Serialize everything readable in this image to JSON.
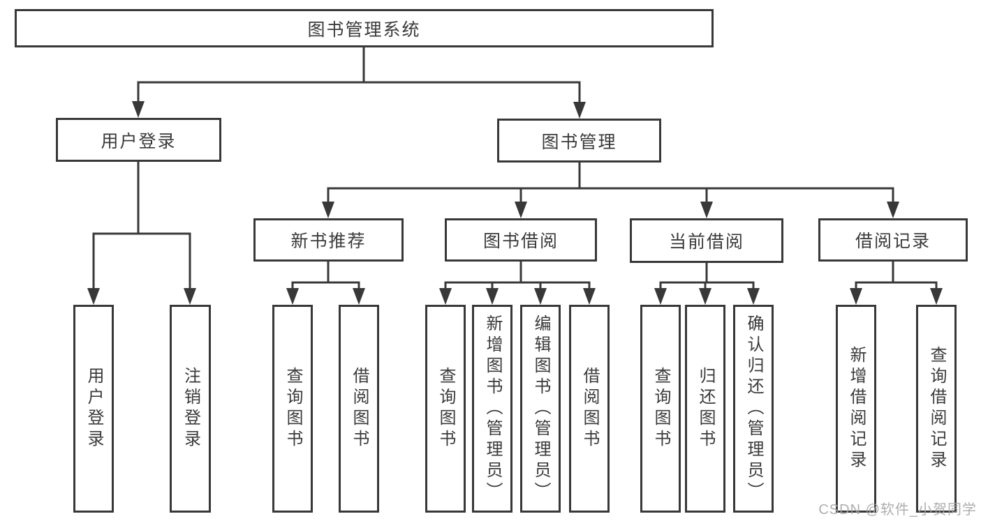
{
  "tree": {
    "label": "图书管理系统",
    "children": [
      {
        "label": "用户登录",
        "children": [
          {
            "label": "用户登录"
          },
          {
            "label": "注销登录"
          }
        ]
      },
      {
        "label": "图书管理",
        "children": [
          {
            "label": "新书推荐",
            "children": [
              {
                "label": "查询图书"
              },
              {
                "label": "借阅图书"
              }
            ]
          },
          {
            "label": "图书借阅",
            "children": [
              {
                "label": "查询图书"
              },
              {
                "label": "新增图书（管理员）"
              },
              {
                "label": "编辑图书（管理员）"
              },
              {
                "label": "借阅图书"
              }
            ]
          },
          {
            "label": "当前借阅",
            "children": [
              {
                "label": "查询图书"
              },
              {
                "label": "归还图书"
              },
              {
                "label": "确认归还（管理员）"
              }
            ]
          },
          {
            "label": "借阅记录",
            "children": [
              {
                "label": "新增借阅记录"
              },
              {
                "label": "查询借阅记录"
              }
            ]
          }
        ]
      }
    ]
  },
  "watermark": {
    "text": "CSDN @软件_小贺同学"
  },
  "colors": {
    "line": "#383838",
    "box_border": "#383838",
    "text": "#3a3a3a",
    "watermark": "#a5a5a5",
    "background": "#ffffff"
  }
}
